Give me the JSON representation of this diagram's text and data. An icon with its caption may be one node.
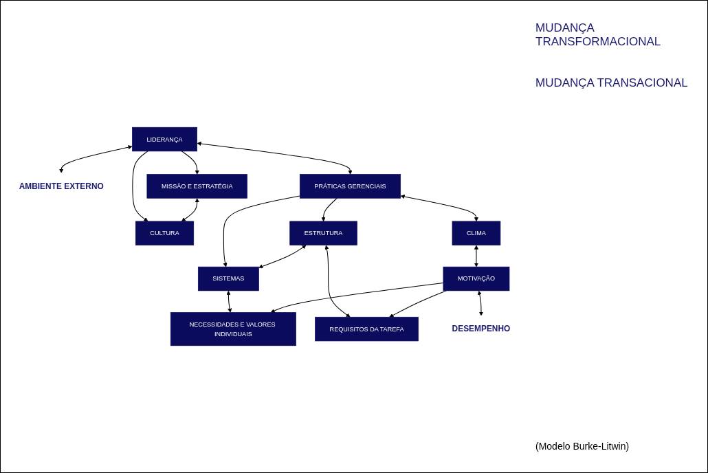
{
  "diagram": {
    "nodes": [
      {
        "text": [
          "AMBIENTE EXTERNO"
        ]
      },
      {
        "text": [
          "MISSÃO E ESTRATÉGIA"
        ]
      },
      {
        "text": [
          "LIDERANÇA"
        ]
      },
      {
        "text": [
          "CULTURA"
        ]
      },
      {
        "text": [
          "PRÁTICAS GERENCIAIS"
        ]
      },
      {
        "text": [
          "ESTRUTURA"
        ]
      },
      {
        "text": [
          "SISTEMAS"
        ]
      },
      {
        "text": [
          "CLIMA"
        ]
      },
      {
        "text": [
          "REQUISITOS DA TAREFA"
        ]
      },
      {
        "text": [
          "MOTIVAÇÃO"
        ]
      },
      {
        "text": [
          "NECESSIDADES E VALORES INDIVIDUAIS"
        ]
      },
      {
        "text": [
          "DESEMPENHO"
        ]
      }
    ],
    "edges": [
      {
        "from": 2,
        "to": 0,
        "arrow": "both"
      },
      {
        "from": 2,
        "to": 1,
        "arrow": "to"
      },
      {
        "from": 2,
        "to": 3,
        "arrow": "to"
      },
      {
        "from": 1,
        "to": 3,
        "arrow": "both"
      },
      {
        "from": 2,
        "to": 4,
        "arrow": "both"
      },
      {
        "from": 4,
        "to": 5,
        "arrow": "to"
      },
      {
        "from": 4,
        "to": 6,
        "arrow": "to"
      },
      {
        "from": 5,
        "to": 6,
        "arrow": "both"
      },
      {
        "from": 4,
        "to": 7,
        "arrow": "both"
      },
      {
        "from": 5,
        "to": 8,
        "arrow": "both"
      },
      {
        "from": 6,
        "to": 10,
        "arrow": "both"
      },
      {
        "from": 7,
        "to": 9,
        "arrow": "both"
      },
      {
        "from": 9,
        "to": 8,
        "arrow": "to"
      },
      {
        "from": 9,
        "to": 10,
        "arrow": "to"
      },
      {
        "from": 9,
        "to": 11,
        "arrow": "both"
      }
    ],
    "labels": [
      "MUDANÇA TRANSFORMACIONAL",
      "MUDANÇA TRANSACIONAL",
      "(Modelo Burke-Litwin)"
    ]
  }
}
